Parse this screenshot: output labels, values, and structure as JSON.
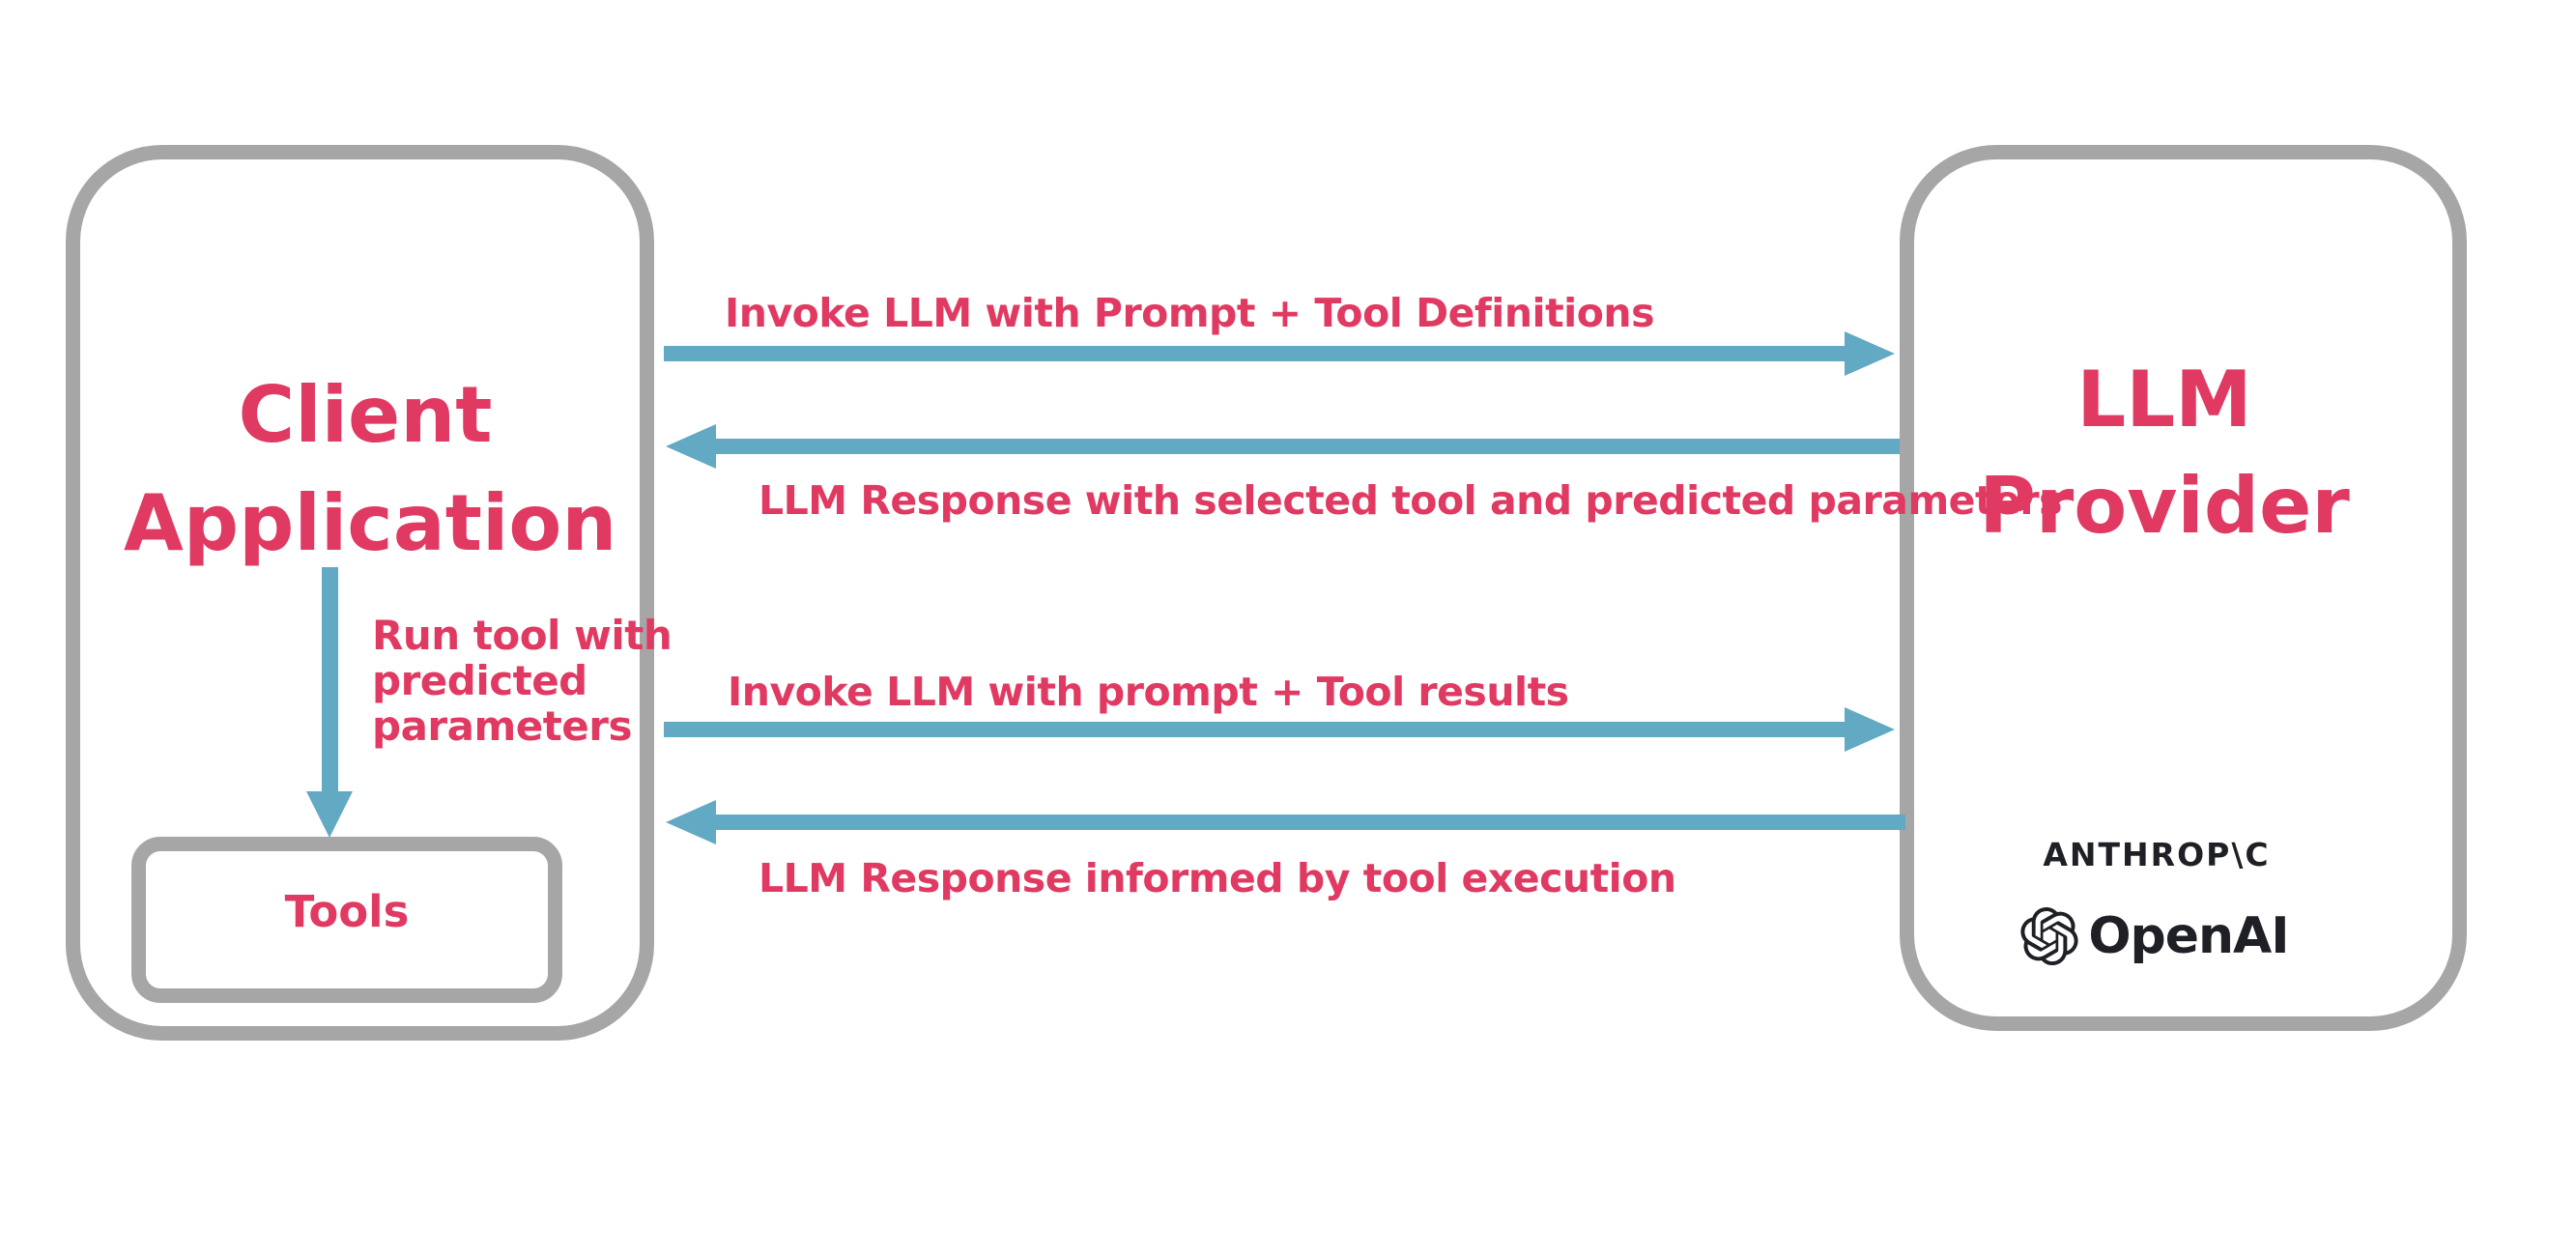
{
  "colors": {
    "pink": "#E03A62",
    "blue": "#62A9C3",
    "box_border_gray": "#A6A6A6",
    "logo_dark": "#1E2025"
  },
  "client_box": {
    "title_line1": "Client",
    "title_line2": "Application",
    "tools_label": "Tools"
  },
  "llm_box": {
    "title_line1": "LLM",
    "title_line2": "Provider",
    "providers": [
      {
        "name": "ANTHROP\\C"
      },
      {
        "name": "OpenAI"
      }
    ]
  },
  "arrows": [
    {
      "id": "invoke-1",
      "direction": "right",
      "label": "Invoke LLM with Prompt + Tool Definitions"
    },
    {
      "id": "response-1",
      "direction": "left",
      "label": "LLM Response with selected tool and predicted parameters"
    },
    {
      "id": "invoke-2",
      "direction": "right",
      "label": "Invoke LLM with prompt + Tool results"
    },
    {
      "id": "response-2",
      "direction": "left",
      "label": "LLM Response informed by tool execution"
    },
    {
      "id": "run-tool",
      "direction": "down",
      "label": "Run tool with predicted parameters"
    }
  ]
}
